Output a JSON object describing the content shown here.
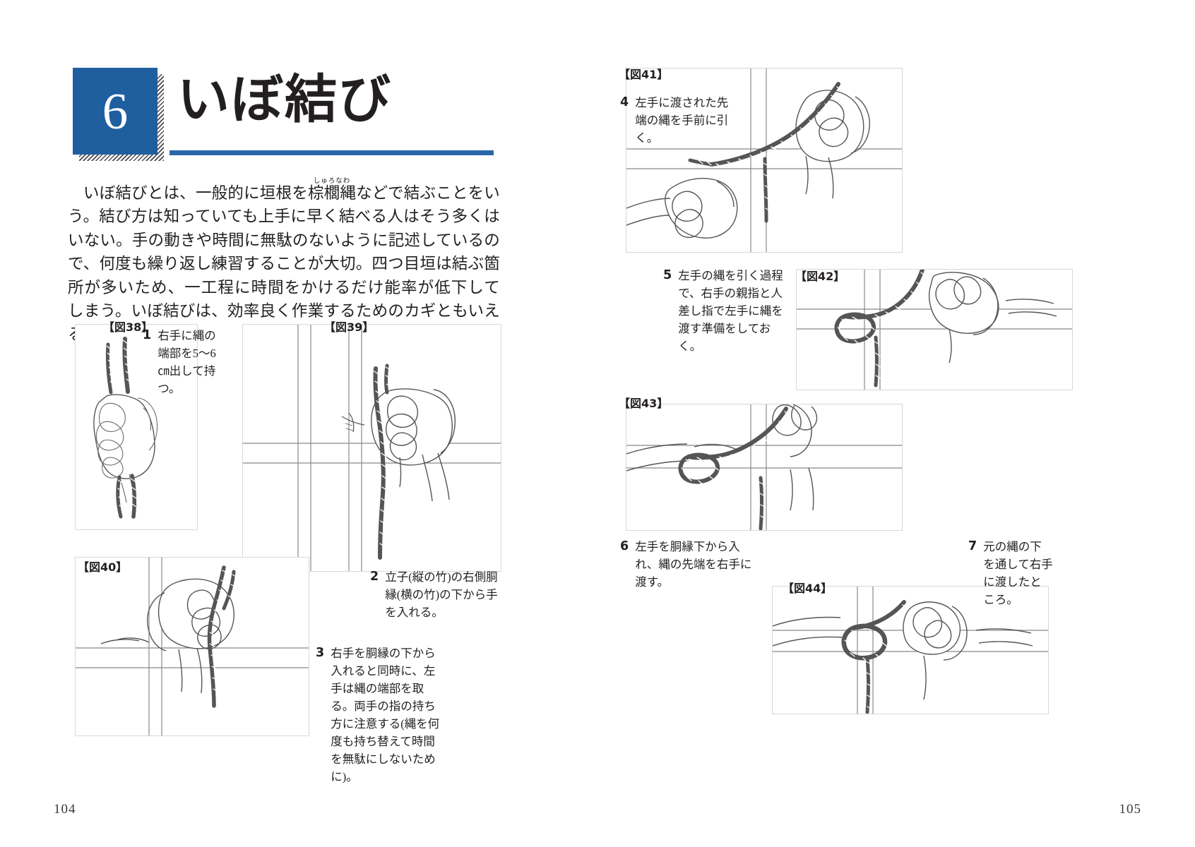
{
  "colors": {
    "badge_blue": "#1f5fa0",
    "rule_blue": "#2a67a8",
    "ink": "#231f20",
    "frame": "#d8d8d8"
  },
  "chapter": {
    "number": "6",
    "title": "いぼ結び"
  },
  "body": {
    "paragraph_lines": [
      "いぼ結びとは、一般的に垣根を棕櫚縄などで結ぶことをいう。結び方は知っ",
      "ていても上手に早く結べる人はそう多くはいない。手の動きや時間に無駄のな",
      "いように記述しているので、何度も繰り返し練習することが大切。四つ目垣は結",
      "ぶ箇所が多いため、一工程に時間をかけるだけ能率が低下してしまう。いぼ結",
      "びは、効率良く作業するためのカギともいえるのだ。"
    ],
    "ruby_base": "棕櫚縄",
    "ruby_text": "しゅろなわ"
  },
  "left_page": {
    "page_number": "104",
    "figures": [
      {
        "id": "fig38",
        "label": "【図38】",
        "alt": "右手で縄の端部を持つ手のイラスト"
      },
      {
        "id": "fig39",
        "label": "【図39】",
        "alt": "立子の右側胴縁の下から手を入れるイラスト"
      },
      {
        "id": "fig40",
        "label": "【図40】",
        "alt": "両手で縄の端部を取るイラスト"
      }
    ],
    "steps": [
      {
        "number": "1",
        "lines": [
          "右手に縄の端",
          "部を5〜6㎝出",
          "して持つ。"
        ]
      },
      {
        "number": "2",
        "lines": [
          "立子(縦の竹)の右側胴縁",
          "(横の竹)の下から手を",
          "入れる。"
        ]
      },
      {
        "number": "3",
        "lines": [
          "右手を胴縁の下から入",
          "れると同時に、左手は縄",
          "の端部を取る。両手の指",
          "の持ち方に注意する(縄",
          "を何度も持ち替えて時間",
          "を無駄にしないために)。"
        ]
      }
    ]
  },
  "right_page": {
    "page_number": "105",
    "figures": [
      {
        "id": "fig41",
        "label": "【図41】",
        "alt": "左手に渡された先端の縄を手前に引くイラスト"
      },
      {
        "id": "fig42",
        "label": "【図42】",
        "alt": "右手の親指と人差し指で左手に縄を渡す準備のイラスト"
      },
      {
        "id": "fig43",
        "label": "【図43】",
        "alt": "左手を胴縁下から入れ縄の先端を右手に渡すイラスト"
      },
      {
        "id": "fig44",
        "label": "【図44】",
        "alt": "元の縄の下を通して右手に渡したところのイラスト"
      }
    ],
    "steps": [
      {
        "number": "4",
        "lines": [
          "左手に渡された先端の",
          "縄を手前に引く。"
        ]
      },
      {
        "number": "5",
        "lines": [
          "左手の縄を引く過程で、",
          "右手の親指と人差し指で",
          "左手に縄を渡す準備をし",
          "ておく。"
        ]
      },
      {
        "number": "6",
        "lines": [
          "左手を胴縁下から入れ、",
          "縄の先端を右手に渡す。"
        ]
      },
      {
        "number": "7",
        "lines": [
          "元の縄の下を",
          "通して右手に",
          "渡したところ。"
        ]
      }
    ]
  }
}
